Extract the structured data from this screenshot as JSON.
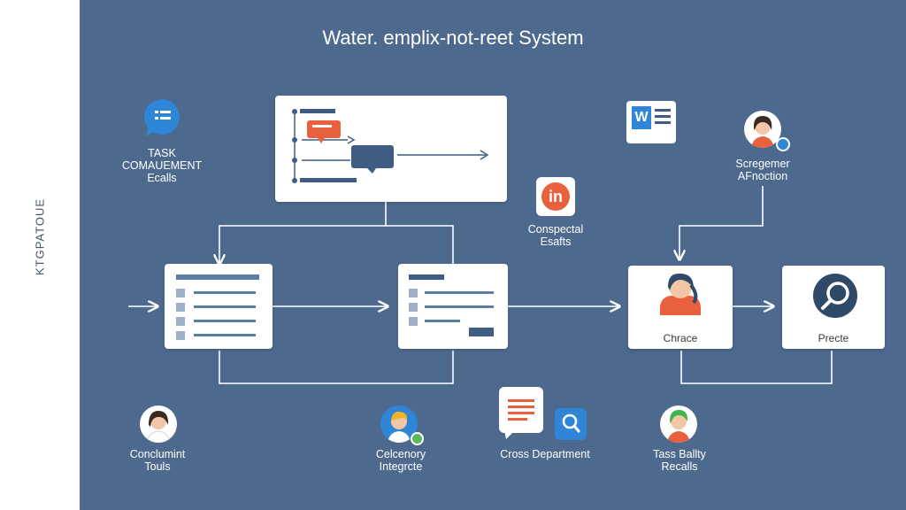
{
  "title": "Water. emplix-not-reet System",
  "sidebar_label": "KTGPATOUE",
  "labels": {
    "task_management": [
      "TASK",
      "COMAUEMENT",
      "Ecalls"
    ],
    "conspectal": [
      "Conspectal",
      "Esafts"
    ],
    "screegemer": [
      "Scregemer",
      "AFnoction"
    ],
    "chrace": "Chrace",
    "precte": "Precte",
    "conclumint": [
      "Conclumint",
      "Touls"
    ],
    "celcenory": [
      "Celcenory",
      "Integrcte"
    ],
    "cross_department": "Cross Department",
    "tass_ballty": [
      "Tass Ballty",
      "Recalls"
    ]
  },
  "icons": {
    "linkedin_text": "in",
    "word_text": "W"
  },
  "colors": {
    "panel": "#4d6a8e",
    "accent_orange": "#e8603c",
    "accent_blue": "#2f86d6",
    "card_dark": "#3f5d82"
  }
}
